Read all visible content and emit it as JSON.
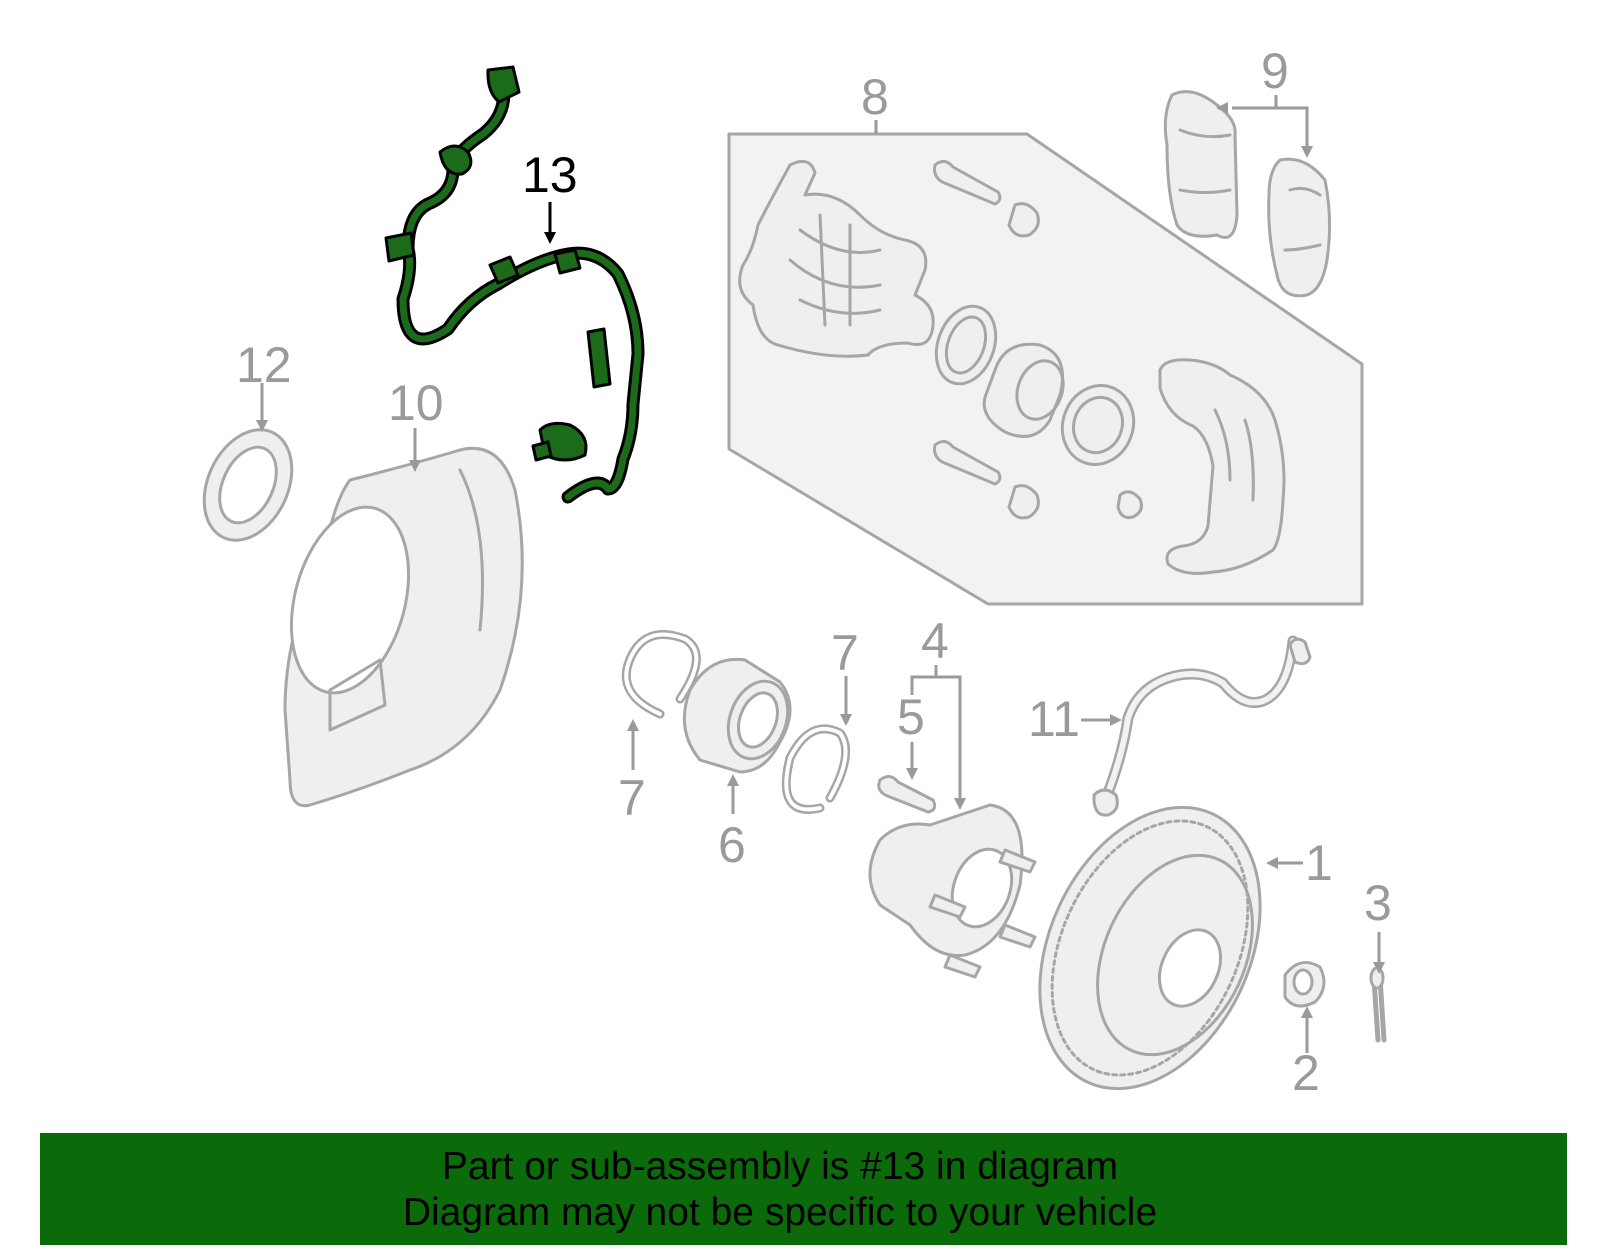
{
  "diagram": {
    "callouts": [
      "1",
      "2",
      "3",
      "4",
      "5",
      "6",
      "7",
      "7",
      "8",
      "9",
      "10",
      "11",
      "12",
      "13"
    ],
    "highlighted_callout": "13",
    "highlight_color": "#1b6b1b",
    "part_color": "#a6a6a6"
  },
  "banner": {
    "line1": "Part or sub-assembly is #13 in diagram",
    "line2": "Diagram may not be specific to your vehicle",
    "background": "#0b6b0b"
  }
}
